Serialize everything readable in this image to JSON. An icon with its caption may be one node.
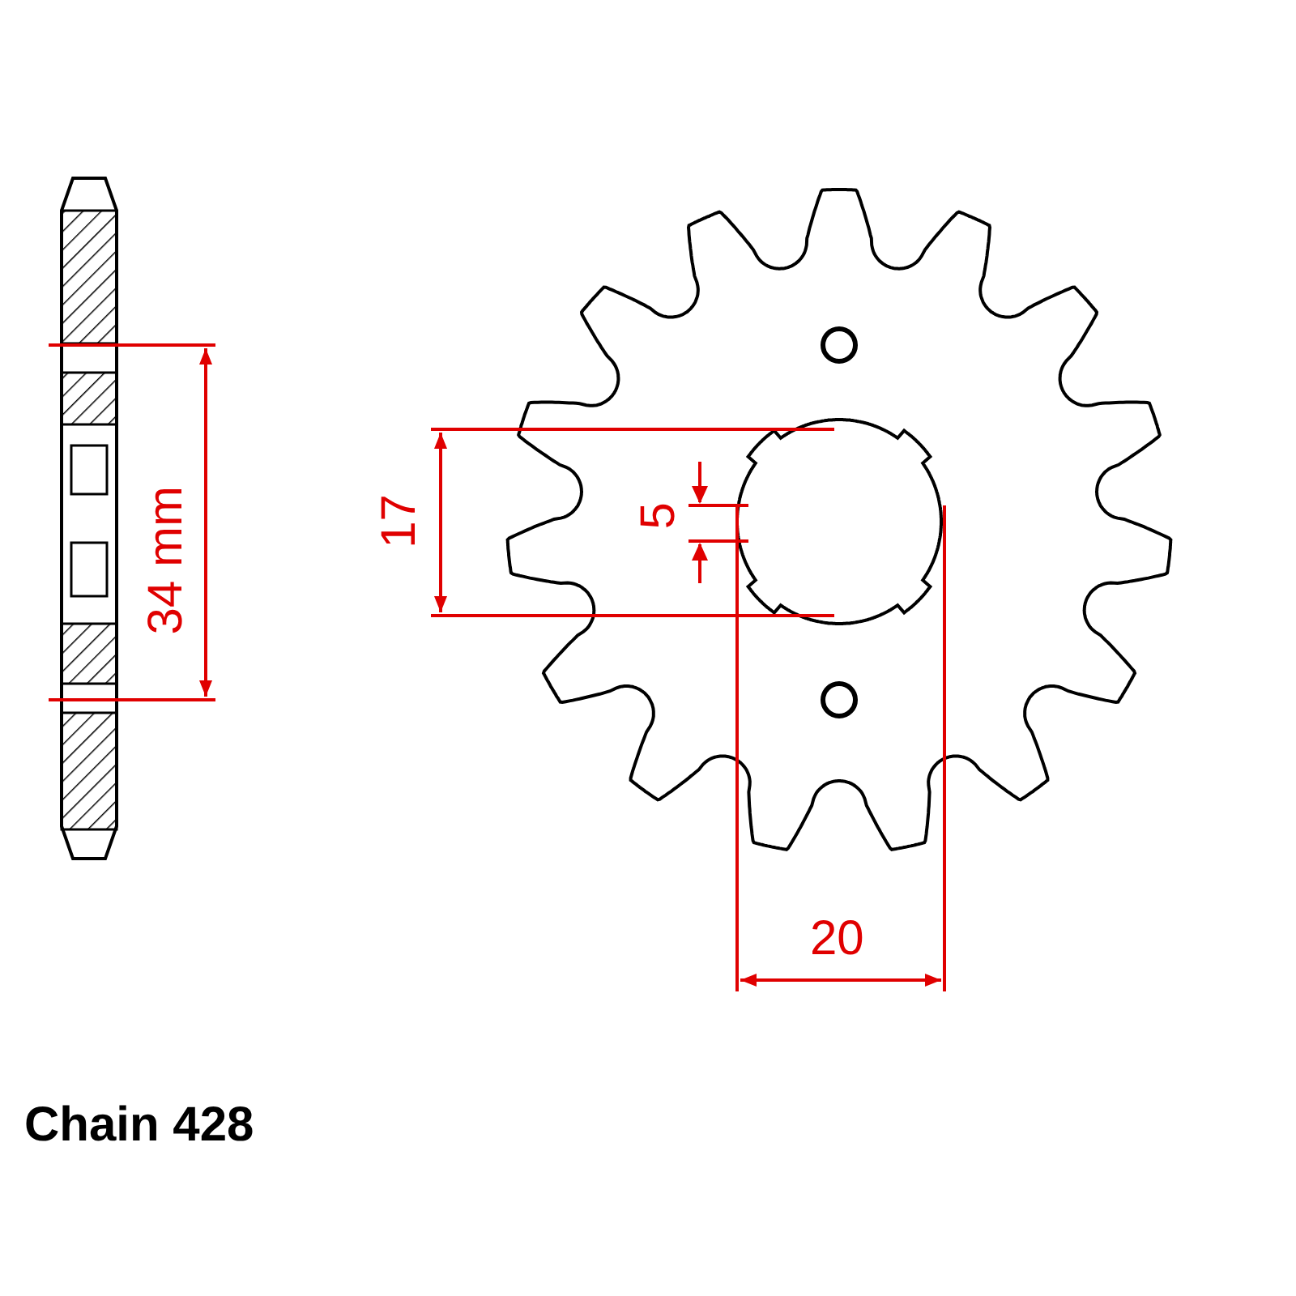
{
  "diagram": {
    "labels": [
      "34 mm",
      "17",
      "5",
      "20",
      "Chain 428"
    ]
  }
}
